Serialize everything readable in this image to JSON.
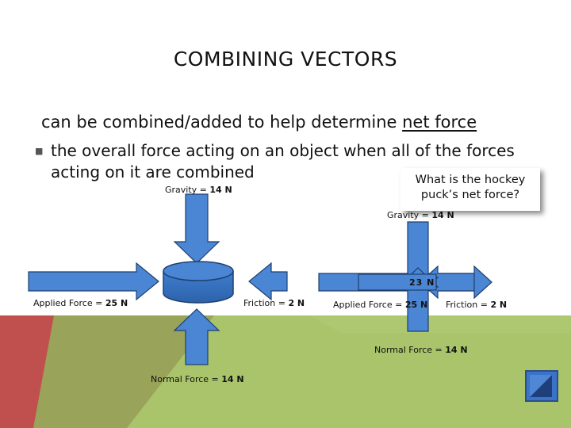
{
  "slide": {
    "title": "COMBINING VECTORS",
    "line1_prefix": "can be combined/added to help determine ",
    "line1_term": "net force",
    "bullet_line1": "the overall force acting on an object when all of the forces",
    "bullet_line2": "acting on it are combined",
    "question_line1": "What is the hockey",
    "question_line2": "puck’s net force?"
  },
  "left_diagram": {
    "gravity_label": "Gravity = ",
    "gravity_value": "14 N",
    "applied_label": "Applied Force = ",
    "applied_value": "25 N",
    "friction_label": "Friction = ",
    "friction_value": "2 N",
    "normal_label": "Normal Force = ",
    "normal_value": "14 N"
  },
  "right_diagram": {
    "gravity_label": "Gravity = ",
    "gravity_value": "14 N",
    "net_value": "23 N",
    "applied_label": "Applied Force = ",
    "applied_value": "25 N",
    "friction_label": "Friction = ",
    "friction_value": "2 N",
    "normal_label": "Normal Force = ",
    "normal_value": "14 N"
  },
  "colors": {
    "arrow_fill": "#4a86d4",
    "arrow_stroke": "#1f3f6e",
    "puck_fill": "#3f7ed0",
    "bg_red": "#c0504d",
    "bg_olive": "#9aa35a",
    "bg_green": "#a9c46b",
    "nav_button": "#3a73c7"
  },
  "nav": {
    "icon": "back-triangle-icon"
  }
}
